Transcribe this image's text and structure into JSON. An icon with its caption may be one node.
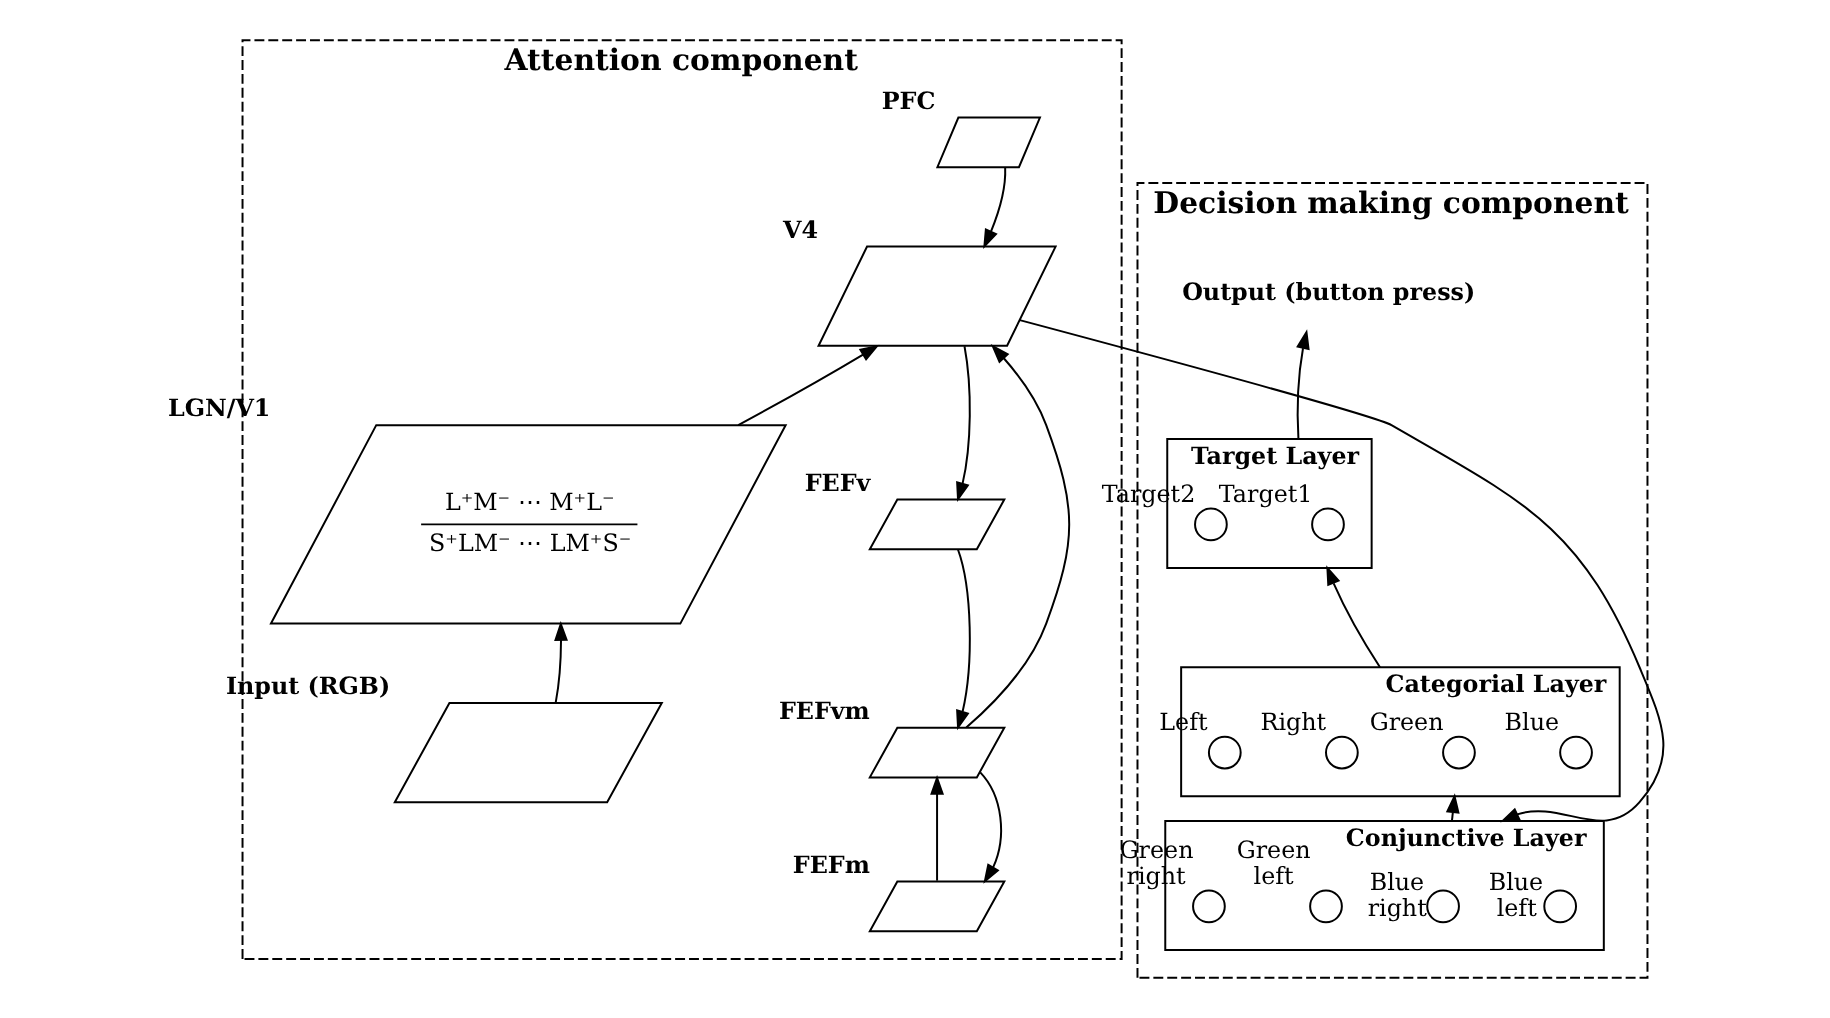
{
  "diagram": {
    "nodes": [
      {
        "text": [
          "Attention component"
        ]
      },
      {
        "text": [
          "PFC"
        ],
        "in": 0
      },
      {
        "text": [
          "V4"
        ],
        "in": 0
      },
      {
        "text": [
          "LGN/V1",
          "L⁺M⁻ ⋯ M⁺L⁻",
          "S⁺LM⁻ ⋯ LM⁺S⁻"
        ],
        "in": 0
      },
      {
        "text": [
          "FEFv"
        ],
        "in": 0
      },
      {
        "text": [
          "FEFvm"
        ],
        "in": 0
      },
      {
        "text": [
          "FEFm"
        ],
        "in": 0
      },
      {
        "text": [
          "Input (RGB)"
        ],
        "in": 0
      },
      {
        "text": [
          "Decision making component"
        ]
      },
      {
        "text": [
          "Output (button press)"
        ],
        "in": 8
      },
      {
        "text": [
          "Target Layer"
        ],
        "in": 8
      },
      {
        "text": [
          "Target1"
        ],
        "in": 10
      },
      {
        "text": [
          "Target2"
        ],
        "in": 10
      },
      {
        "text": [
          "Categorial Layer"
        ],
        "in": 8
      },
      {
        "text": [
          "Blue"
        ],
        "in": 13
      },
      {
        "text": [
          "Green"
        ],
        "in": 13
      },
      {
        "text": [
          "Right"
        ],
        "in": 13
      },
      {
        "text": [
          "Left"
        ],
        "in": 13
      },
      {
        "text": [
          "Conjunctive Layer"
        ],
        "in": 8
      },
      {
        "text": [
          "Blue left"
        ],
        "in": 18
      },
      {
        "text": [
          "Blue right"
        ],
        "in": 18
      },
      {
        "text": [
          "Green left"
        ],
        "in": 18
      },
      {
        "text": [
          "Green right"
        ],
        "in": 18
      }
    ],
    "edges": [
      {
        "from": 1,
        "to": 2,
        "arrow": "to"
      },
      {
        "from": 3,
        "to": 2,
        "arrow": "to"
      },
      {
        "from": 7,
        "to": 3,
        "arrow": "to"
      },
      {
        "from": 2,
        "to": 4,
        "arrow": "to"
      },
      {
        "from": 5,
        "to": 2,
        "arrow": "to"
      },
      {
        "from": 4,
        "to": 5,
        "arrow": "to"
      },
      {
        "from": 6,
        "to": 5,
        "arrow": "to"
      },
      {
        "from": 5,
        "to": 6,
        "arrow": "to"
      },
      {
        "from": 2,
        "to": 18,
        "arrow": "to"
      },
      {
        "from": 18,
        "to": 13,
        "arrow": "to"
      },
      {
        "from": 13,
        "to": 10,
        "arrow": "to"
      },
      {
        "from": 10,
        "to": 9,
        "arrow": "to"
      }
    ]
  }
}
